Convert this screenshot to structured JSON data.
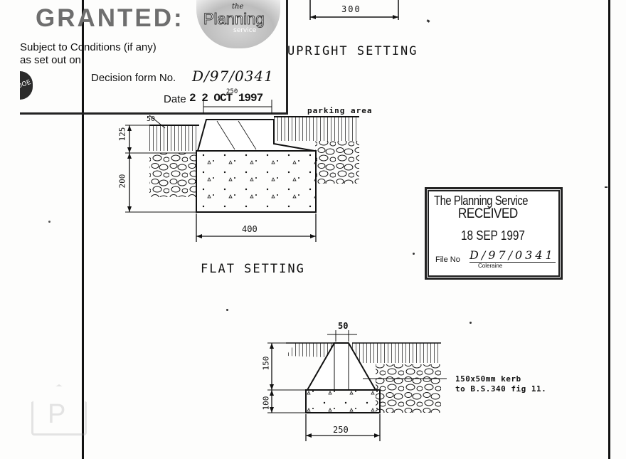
{
  "granted_stamp": {
    "heading": "GRANTED:",
    "line1": "Subject to Conditions (if any)",
    "line2": "as set out on",
    "decision_label": "Decision form No.",
    "decision_number": "D/97/0341",
    "date_label": "Date",
    "date_value": "2 2 OCT 1997",
    "logo_top": "the",
    "logo_main": "Planning",
    "logo_sub": "service",
    "badge_text": "DOE"
  },
  "received_stamp": {
    "line1": "The Planning Service",
    "line2": "RECEIVED",
    "date": "18 SEP 1997",
    "file_label": "File No",
    "file_number": "D/97/0341",
    "office": "Coleraine"
  },
  "drawing": {
    "dim_top": "300",
    "label_upright": "UPRIGHT SETTING",
    "parking_label": "parking area",
    "dim_250_small": "250",
    "dim_50_small": "50",
    "dim_125": "125",
    "dim_200": "200",
    "dim_400": "400",
    "label_flat": "FLAT SETTING",
    "dim_50": "50",
    "dim_150": "150",
    "dim_100": "100",
    "dim_250": "250",
    "kerb_note_line1": "150x50mm kerb",
    "kerb_note_line2": "to B.S.340 fig 11."
  },
  "watermark": {
    "text": "P"
  }
}
